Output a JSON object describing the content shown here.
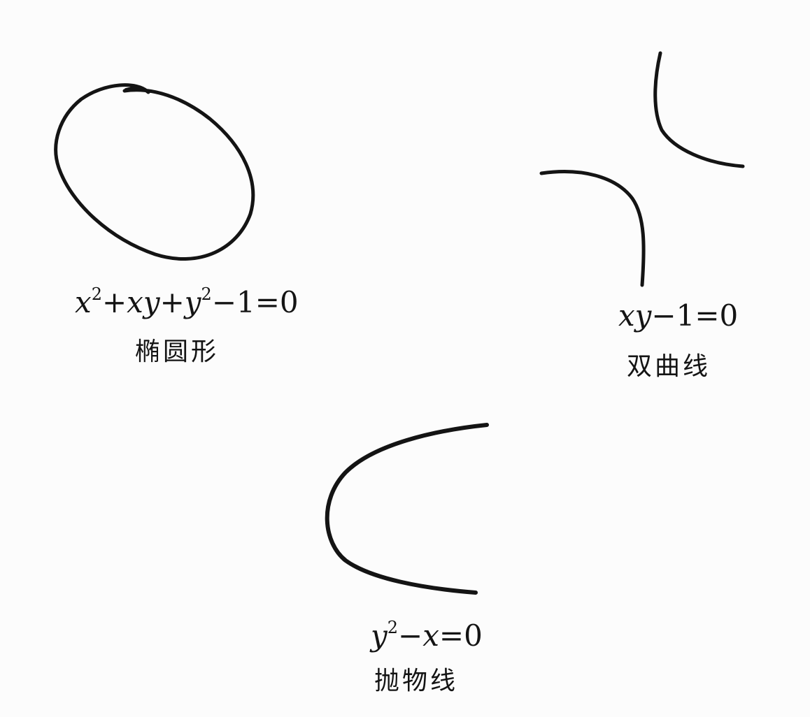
{
  "colors": {
    "background": "#fcfcfc",
    "ink": "#141414"
  },
  "figures": [
    {
      "id": "ellipse",
      "equation": {
        "x1": "x",
        "e1": "2",
        "plus1": "+",
        "xy": "xy",
        "plus2": "+",
        "y1": "y",
        "e2": "2",
        "rest": "−1=0"
      },
      "label": "椭圆形"
    },
    {
      "id": "hyperbola",
      "equation": {
        "xy": "xy",
        "rest": "−1=0"
      },
      "label": "双曲线"
    },
    {
      "id": "parabola",
      "equation": {
        "y1": "y",
        "e1": "2",
        "minus": "−",
        "x1": "x",
        "rest": "=0"
      },
      "label": "抛物线"
    }
  ]
}
